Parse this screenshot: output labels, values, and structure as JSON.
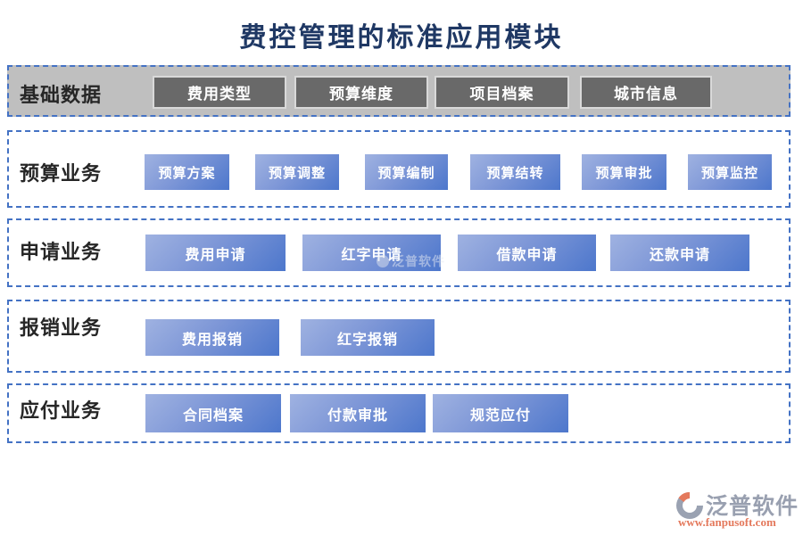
{
  "title": "费控管理的标准应用模块",
  "rows": [
    {
      "id": "base-data",
      "label": "基础数据",
      "variant": "gray",
      "buttons": [
        {
          "label": "费用类型"
        },
        {
          "label": "预算维度"
        },
        {
          "label": "项目档案"
        },
        {
          "label": "城市信息"
        }
      ]
    },
    {
      "id": "budget-business",
      "label": "预算业务",
      "variant": "blue",
      "buttons": [
        {
          "label": "预算方案"
        },
        {
          "label": "预算调整"
        },
        {
          "label": "预算编制"
        },
        {
          "label": "预算结转"
        },
        {
          "label": "预算审批"
        },
        {
          "label": "预算监控"
        }
      ]
    },
    {
      "id": "apply-business",
      "label": "申请业务",
      "variant": "blue",
      "buttons": [
        {
          "label": "费用申请"
        },
        {
          "label": "红字申请"
        },
        {
          "label": "借款申请"
        },
        {
          "label": "还款申请"
        }
      ]
    },
    {
      "id": "reimburse-business",
      "label": "报销业务",
      "variant": "blue",
      "buttons": [
        {
          "label": "费用报销"
        },
        {
          "label": "红字报销"
        }
      ]
    },
    {
      "id": "payable-business",
      "label": "应付业务",
      "variant": "blue",
      "buttons": [
        {
          "label": "合同档案"
        },
        {
          "label": "付款审批"
        },
        {
          "label": "规范应付"
        }
      ]
    }
  ],
  "watermark": {
    "text": "泛普软件"
  },
  "footer": {
    "brand": "泛普软件",
    "url": "www.fanpusoft.com"
  },
  "colors": {
    "title_text": "#1f3864",
    "dashed_border": "#4472c4",
    "base_row_bg": "#bfbfbf",
    "gray_button_bg": "#696969",
    "gray_button_border": "#d9d9d9",
    "blue_button_gradient_start": "#9fb2e1",
    "blue_button_gradient_end": "#4d77cc",
    "button_text": "#ffffff",
    "row_label_text": "#262626",
    "brand_text": "#99a0b0",
    "brand_url_text": "#e4795c"
  }
}
